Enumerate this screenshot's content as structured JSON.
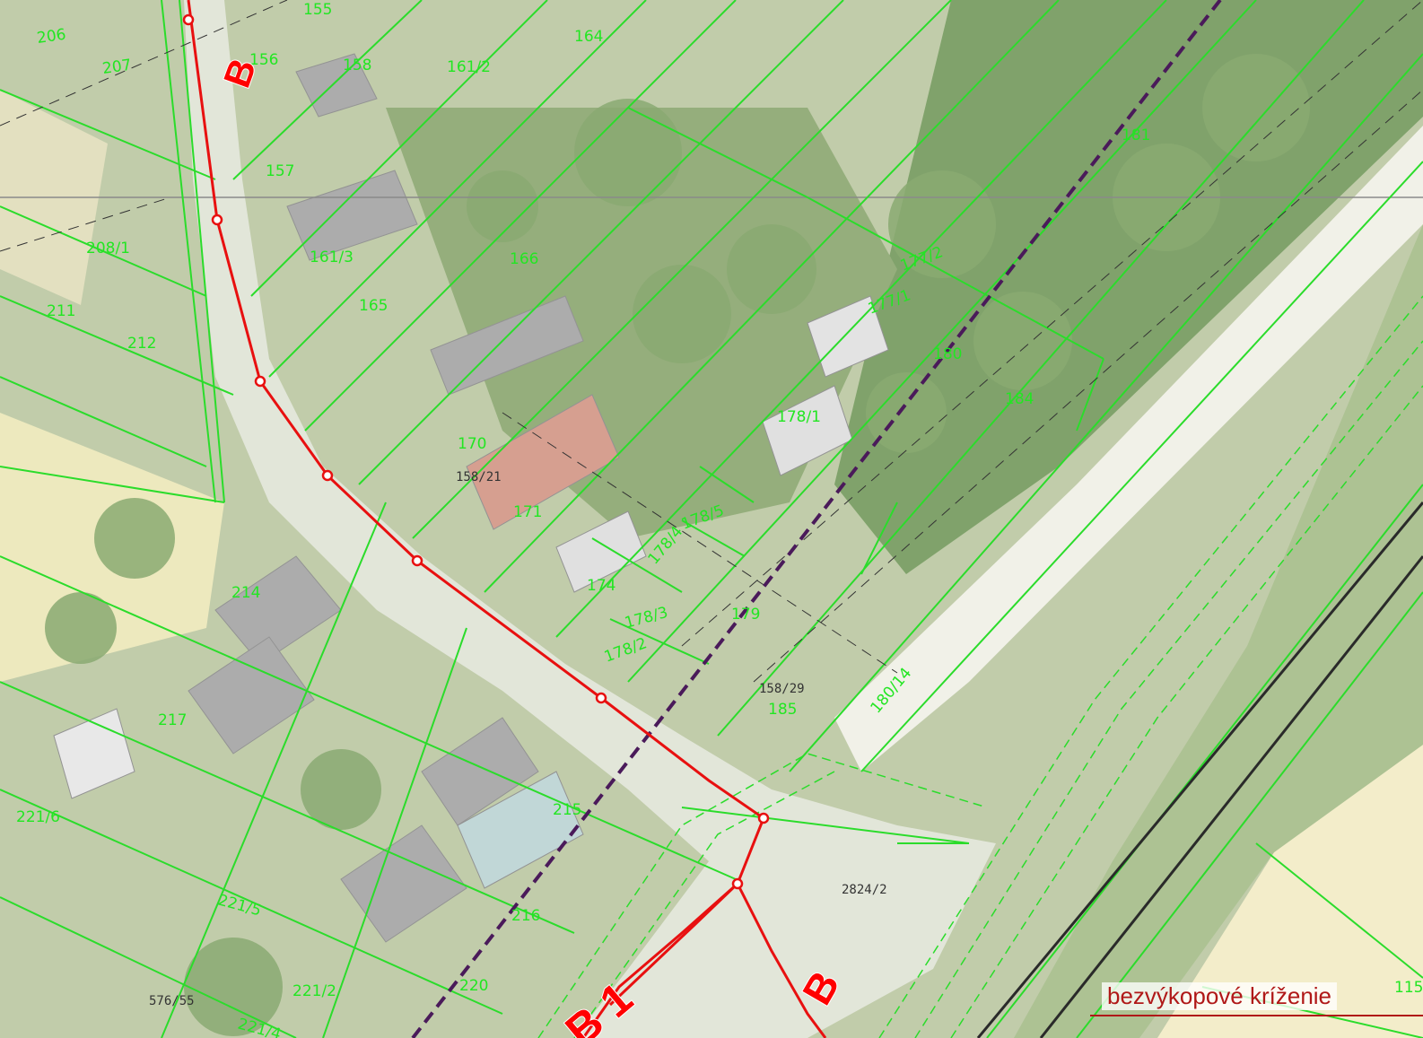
{
  "map": {
    "colors": {
      "parcel_lines": "#2bdc2b",
      "route": "#e81010",
      "pipeline": "#4a1a5a",
      "rail": "#2a2a2a",
      "orchard": "#2f6a1e",
      "field": "#e9e3a9",
      "house_roof": "#8c8c8c"
    },
    "route_labels": {
      "top": "B",
      "bottom_left": "B 1",
      "bottom_right": "B"
    },
    "parcel_labels": [
      {
        "id": "206",
        "text": "206"
      },
      {
        "id": "207",
        "text": "207"
      },
      {
        "id": "155",
        "text": "155"
      },
      {
        "id": "156",
        "text": "156"
      },
      {
        "id": "158",
        "text": "158"
      },
      {
        "id": "161_2",
        "text": "161/2"
      },
      {
        "id": "164",
        "text": "164"
      },
      {
        "id": "157",
        "text": "157"
      },
      {
        "id": "208_1",
        "text": "208/1"
      },
      {
        "id": "161_3",
        "text": "161/3"
      },
      {
        "id": "166",
        "text": "166"
      },
      {
        "id": "165",
        "text": "165"
      },
      {
        "id": "211",
        "text": "211"
      },
      {
        "id": "212",
        "text": "212"
      },
      {
        "id": "181",
        "text": "181"
      },
      {
        "id": "177_2",
        "text": "177/2"
      },
      {
        "id": "177_1",
        "text": "177/1"
      },
      {
        "id": "180",
        "text": "180"
      },
      {
        "id": "184",
        "text": "184"
      },
      {
        "id": "178_1",
        "text": "178/1"
      },
      {
        "id": "170",
        "text": "170"
      },
      {
        "id": "171",
        "text": "171"
      },
      {
        "id": "178_5",
        "text": "178/5"
      },
      {
        "id": "178_4",
        "text": "178/4"
      },
      {
        "id": "174",
        "text": "174"
      },
      {
        "id": "178_3",
        "text": "178/3"
      },
      {
        "id": "179",
        "text": "179"
      },
      {
        "id": "178_2",
        "text": "178/2"
      },
      {
        "id": "214",
        "text": "214"
      },
      {
        "id": "217",
        "text": "217"
      },
      {
        "id": "185",
        "text": "185"
      },
      {
        "id": "180_14",
        "text": "180/14"
      },
      {
        "id": "215",
        "text": "215"
      },
      {
        "id": "221_6",
        "text": "221/6"
      },
      {
        "id": "216",
        "text": "216"
      },
      {
        "id": "221_5",
        "text": "221/5"
      },
      {
        "id": "220",
        "text": "220"
      },
      {
        "id": "221_2",
        "text": "221/2"
      },
      {
        "id": "221_4",
        "text": "221/4"
      },
      {
        "id": "115",
        "text": "115"
      }
    ],
    "gray_labels": {
      "p158_21": "158/21",
      "p158_29": "158/29",
      "p2824_2": "2824/2",
      "p576_55": "576/55"
    },
    "notice": "bezvýkopové kríženie"
  }
}
